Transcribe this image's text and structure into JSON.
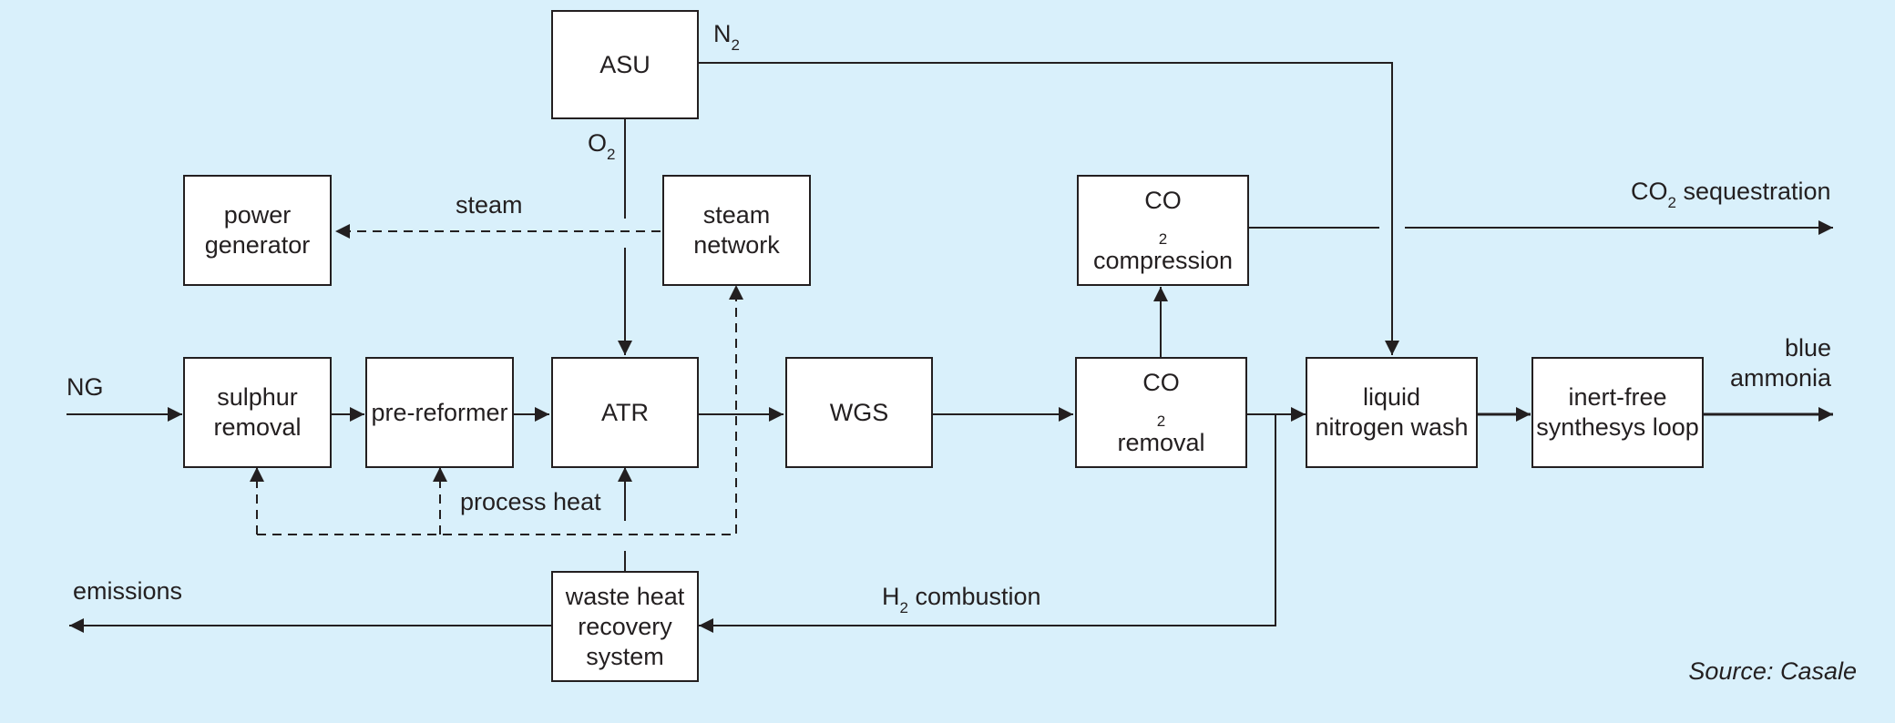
{
  "colors": {
    "background": "#d9f0fb",
    "box_fill": "#ffffff",
    "ink": "#231f20"
  },
  "boxes": {
    "asu": [
      "ASU"
    ],
    "power_generator": [
      "power",
      "generator"
    ],
    "steam_network": [
      "steam",
      "network"
    ],
    "co2_compression": {
      "top_main": "CO",
      "top_sub": "2",
      "bottom": "compression"
    },
    "sulphur_removal": [
      "sulphur",
      "removal"
    ],
    "pre_reformer": [
      "pre-reformer"
    ],
    "atr": [
      "ATR"
    ],
    "wgs": [
      "WGS"
    ],
    "co2_removal": {
      "top_main": "CO",
      "top_sub": "2",
      "bottom": "removal"
    },
    "liquid_nitrogen_wash": [
      "liquid",
      "nitrogen wash"
    ],
    "inert_free_loop": [
      "inert-free",
      "synthesys loop"
    ],
    "waste_heat_recovery": [
      "waste heat",
      "recovery",
      "system"
    ]
  },
  "labels": {
    "n2": {
      "main": "N",
      "sub": "2"
    },
    "o2": {
      "main": "O",
      "sub": "2"
    },
    "steam": "steam",
    "ng": "NG",
    "process_heat": "process heat",
    "emissions": "emissions",
    "h2_combustion": {
      "main": "H",
      "sub": "2",
      "rest": " combustion"
    },
    "co2_sequestration": {
      "main": "CO",
      "sub": "2",
      "rest": " sequestration"
    },
    "blue_ammonia": [
      "blue",
      "ammonia"
    ],
    "source": "Source: Casale"
  }
}
